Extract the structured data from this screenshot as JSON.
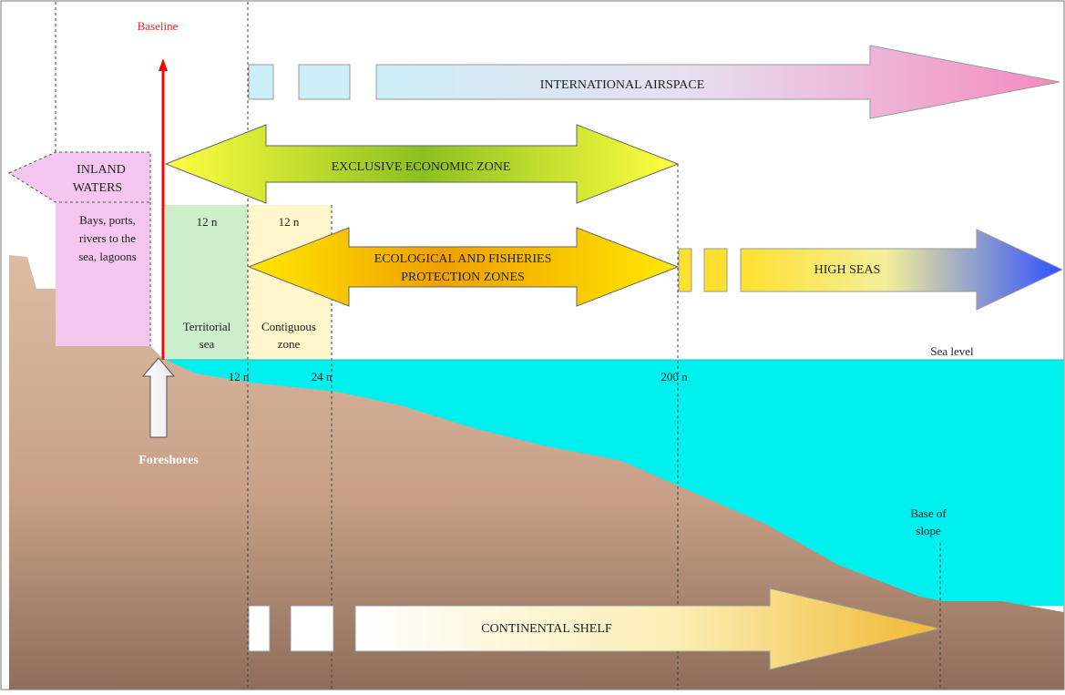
{
  "labels": {
    "baseline": "Baseline",
    "international_airspace": "INTERNATIONAL AIRSPACE",
    "eez": "EXCLUSIVE ECONOMIC ZONE",
    "inland_waters_line1": "INLAND",
    "inland_waters_line2": "WATERS",
    "inland_desc": [
      "Bays, ports,",
      "rivers to the",
      "sea, lagoons"
    ],
    "territorial_nm": "12 n",
    "contiguous_nm": "12 n",
    "eco_line1": "ECOLOGICAL AND FISHERIES",
    "eco_line2": "PROTECTION ZONES",
    "high_seas": "HIGH SEAS",
    "territorial_line1": "Territorial",
    "territorial_line2": "sea",
    "contiguous_line1": "Contiguous",
    "contiguous_line2": "zone",
    "sea_level": "Sea level",
    "mark_12": "12 n",
    "mark_24": "24 n",
    "mark_200": "200 n",
    "foreshores": "Foreshores",
    "base_of_slope_line1": "Base of",
    "base_of_slope_line2": "slope",
    "continental_shelf": "CONTINENTAL SHELF"
  },
  "colors": {
    "sea": "#00f0f0",
    "land_light": "#d9b8a0",
    "land_dark": "#8a6a55",
    "baseline": "#ff0000",
    "inland": "#f4c6f0",
    "territorial": "#cdeecb",
    "contiguous": "#fff6cc",
    "airspace_start": "#cdeef6",
    "airspace_end": "#f58ac0",
    "eez_start": "#ffff40",
    "eez_mid": "#8cc020",
    "eco_start": "#ffe000",
    "eco_mid": "#f0a000",
    "highseas_start": "#ffe030",
    "highseas_end": "#3050ff"
  }
}
